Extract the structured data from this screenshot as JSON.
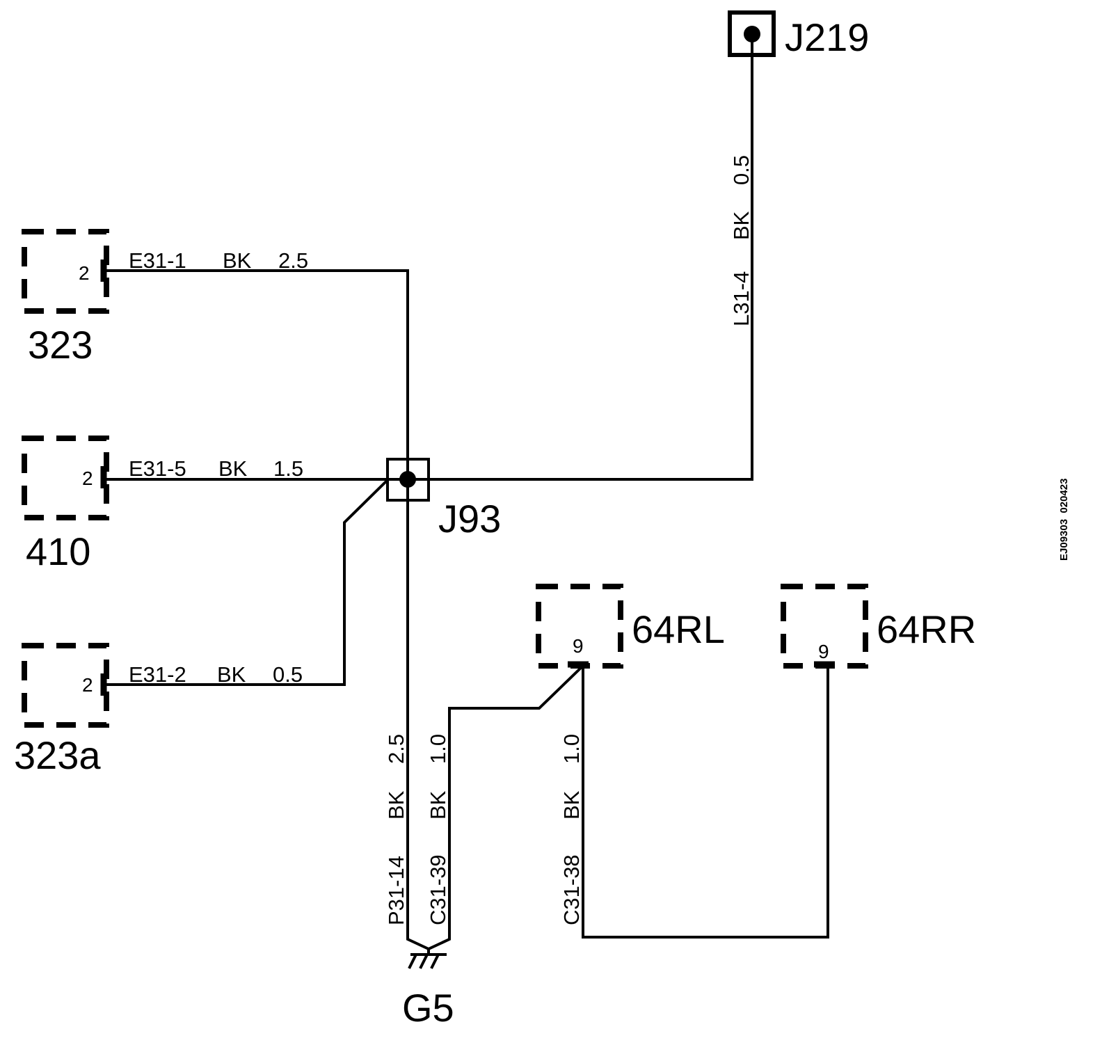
{
  "components": {
    "c323": {
      "name": "323",
      "pin": "2"
    },
    "c410": {
      "name": "410",
      "pin": "2"
    },
    "c323a": {
      "name": "323a",
      "pin": "2"
    },
    "c64rl": {
      "name": "64RL",
      "pin": "9"
    },
    "c64rr": {
      "name": "64RR",
      "pin": "9"
    }
  },
  "splices": {
    "j93": "J93",
    "j219": "J219"
  },
  "ground": {
    "name": "G5"
  },
  "wires": {
    "e31_1": {
      "id": "E31-1",
      "color": "BK",
      "size": "2.5"
    },
    "e31_5": {
      "id": "E31-5",
      "color": "BK",
      "size": "1.5"
    },
    "e31_2": {
      "id": "E31-2",
      "color": "BK",
      "size": "0.5"
    },
    "l31_4": {
      "id": "L31-4",
      "color": "BK",
      "size": "0.5"
    },
    "p31_14": {
      "id": "P31-14",
      "color": "BK",
      "size": "2.5"
    },
    "c31_39": {
      "id": "C31-39",
      "color": "BK",
      "size": "1.0"
    },
    "c31_38": {
      "id": "C31-38",
      "color": "BK",
      "size": "1.0"
    }
  },
  "ref_code": "EJ09303  020423"
}
